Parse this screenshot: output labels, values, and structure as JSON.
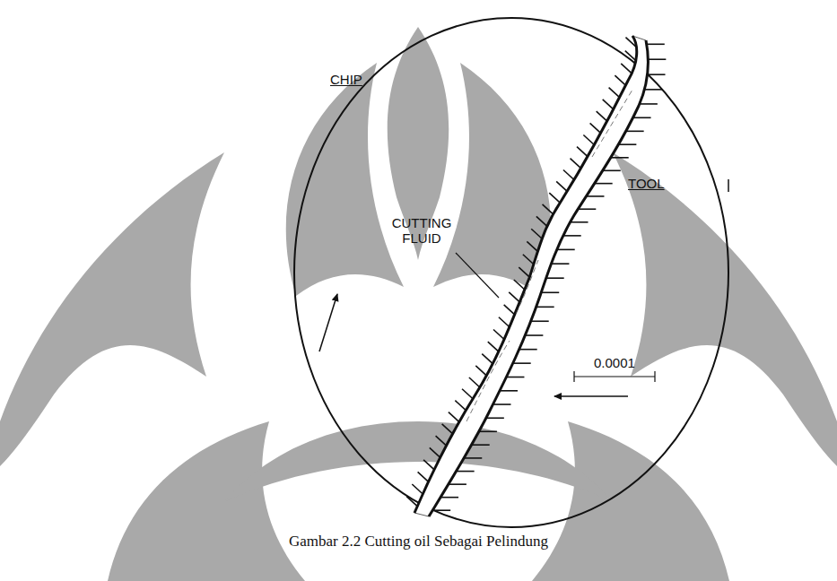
{
  "diagram": {
    "caption": "Gambar 2.2 Cutting oil Sebagai Pelindung",
    "labels": [
      "CHIP",
      "TOOL",
      "CUTTING FLUID",
      "0.0001"
    ]
  }
}
